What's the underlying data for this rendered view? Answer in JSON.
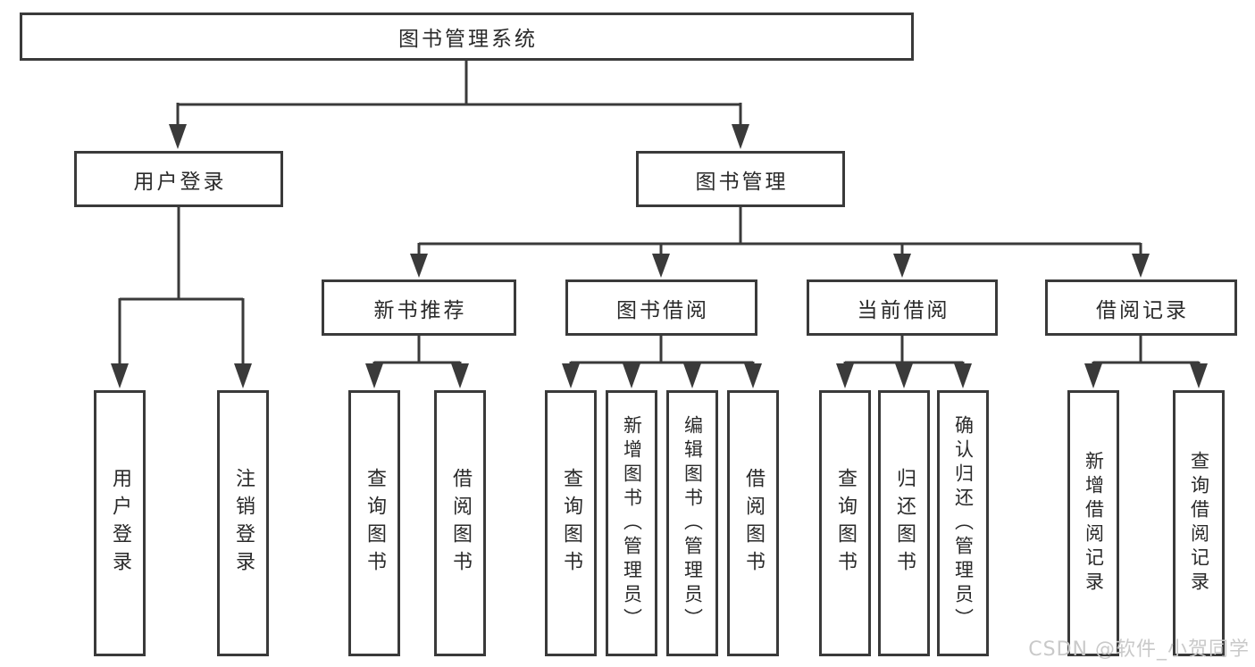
{
  "colors": {
    "line": "#3a3a3a",
    "text": "#2a2a2a",
    "background": "#ffffff",
    "watermark": "#c9c9c9"
  },
  "watermark": {
    "text": "CSDN @软件_小贺同学"
  },
  "tree": {
    "root": {
      "label": "图书管理系统"
    },
    "branches": [
      {
        "label": "用户登录",
        "children": [
          {
            "label": "用户登录"
          },
          {
            "label": "注销登录"
          }
        ]
      },
      {
        "label": "图书管理",
        "children": [
          {
            "label": "新书推荐",
            "children": [
              {
                "label": "查询图书"
              },
              {
                "label": "借阅图书"
              }
            ]
          },
          {
            "label": "图书借阅",
            "children": [
              {
                "label": "查询图书"
              },
              {
                "label": "新增图书（管理员）"
              },
              {
                "label": "编辑图书（管理员）"
              },
              {
                "label": "借阅图书"
              }
            ]
          },
          {
            "label": "当前借阅",
            "children": [
              {
                "label": "查询图书"
              },
              {
                "label": "归还图书"
              },
              {
                "label": "确认归还（管理员）"
              }
            ]
          },
          {
            "label": "借阅记录",
            "children": [
              {
                "label": "新增借阅记录"
              },
              {
                "label": "查询借阅记录"
              }
            ]
          }
        ]
      }
    ]
  }
}
